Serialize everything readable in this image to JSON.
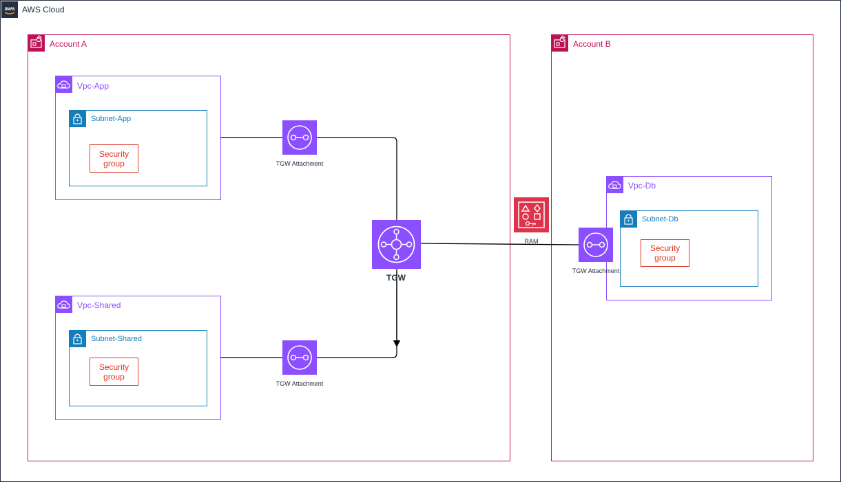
{
  "cloud": {
    "label": "AWS Cloud",
    "logo_text": "aws"
  },
  "accounts": {
    "a": {
      "label": "Account A"
    },
    "b": {
      "label": "Account B"
    }
  },
  "vpcs": {
    "app": {
      "label": "Vpc-App",
      "subnet": "Subnet-App",
      "sg": "Security\ngroup"
    },
    "shared": {
      "label": "Vpc-Shared",
      "subnet": "Subnet-Shared",
      "sg": "Security\ngroup"
    },
    "db": {
      "label": "Vpc-Db",
      "subnet": "Subnet-Db",
      "sg": "Security\ngroup"
    }
  },
  "attachments": {
    "app": {
      "label": "TGW Attachment"
    },
    "shared": {
      "label": "TGW Attachment"
    },
    "db": {
      "label": "TGW Attachment"
    }
  },
  "tgw": {
    "label": "TGW"
  },
  "ram": {
    "label": "RAM"
  },
  "colors": {
    "cloud": "#232f3e",
    "account": "#bc1356",
    "vpc": "#8c4fff",
    "subnet": "#147eba",
    "security_group": "#dd3522",
    "ram": "#dd344c"
  },
  "icons": {
    "account": "account-icon",
    "vpc": "vpc-cloud-icon",
    "subnet": "subnet-lock-icon",
    "attachment": "tgw-attachment-icon",
    "tgw": "transit-gateway-icon",
    "ram": "ram-icon"
  }
}
